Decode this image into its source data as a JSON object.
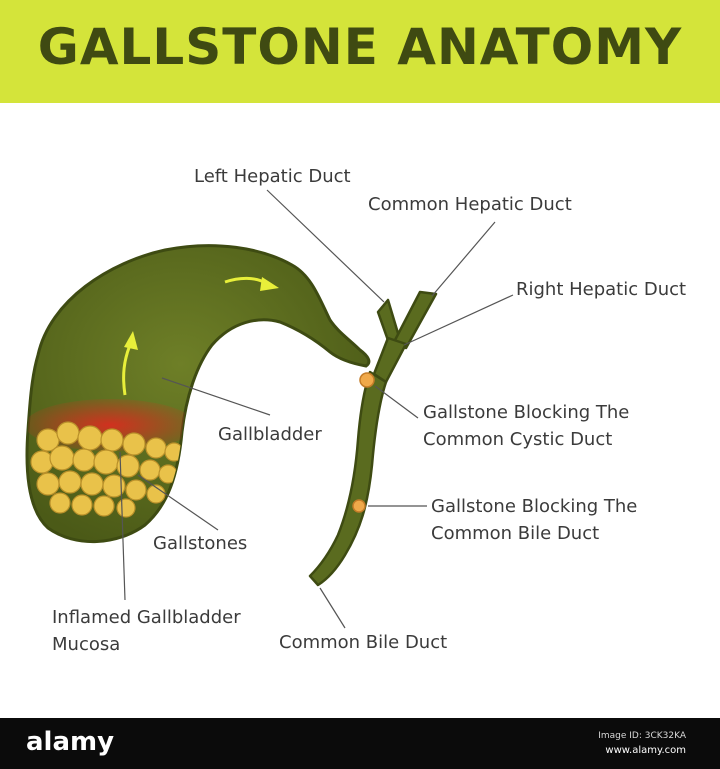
{
  "title": "GALLSTONE ANATOMY",
  "labels": {
    "left_hepatic_duct": "Left Hepatic Duct",
    "common_hepatic_duct": "Common Hepatic Duct",
    "right_hepatic_duct": "Right Hepatic Duct",
    "gallstone_cystic_line1": "Gallstone Blocking The",
    "gallstone_cystic_line2": "Common Cystic Duct",
    "gallbladder": "Gallbladder",
    "gallstone_bile_line1": "Gallstone Blocking The",
    "gallstone_bile_line2": "Common Bile Duct",
    "gallstones": "Gallstones",
    "inflamed_line1": "Inflamed Gallbladder",
    "inflamed_line2": "Mucosa",
    "common_bile_duct": "Common Bile Duct"
  },
  "footer": {
    "logo": "alamy",
    "image_id": "Image ID: 3CK32KA",
    "url": "www.alamy.com"
  },
  "colors": {
    "banner": "#d4e43a",
    "title_text": "#3f4a12",
    "organ_fill": "#5a6b1f",
    "organ_outline": "#3e4b12",
    "stones": "#e9c24a",
    "inflamed": "#c0392b",
    "arrows": "#e8ef3a"
  }
}
